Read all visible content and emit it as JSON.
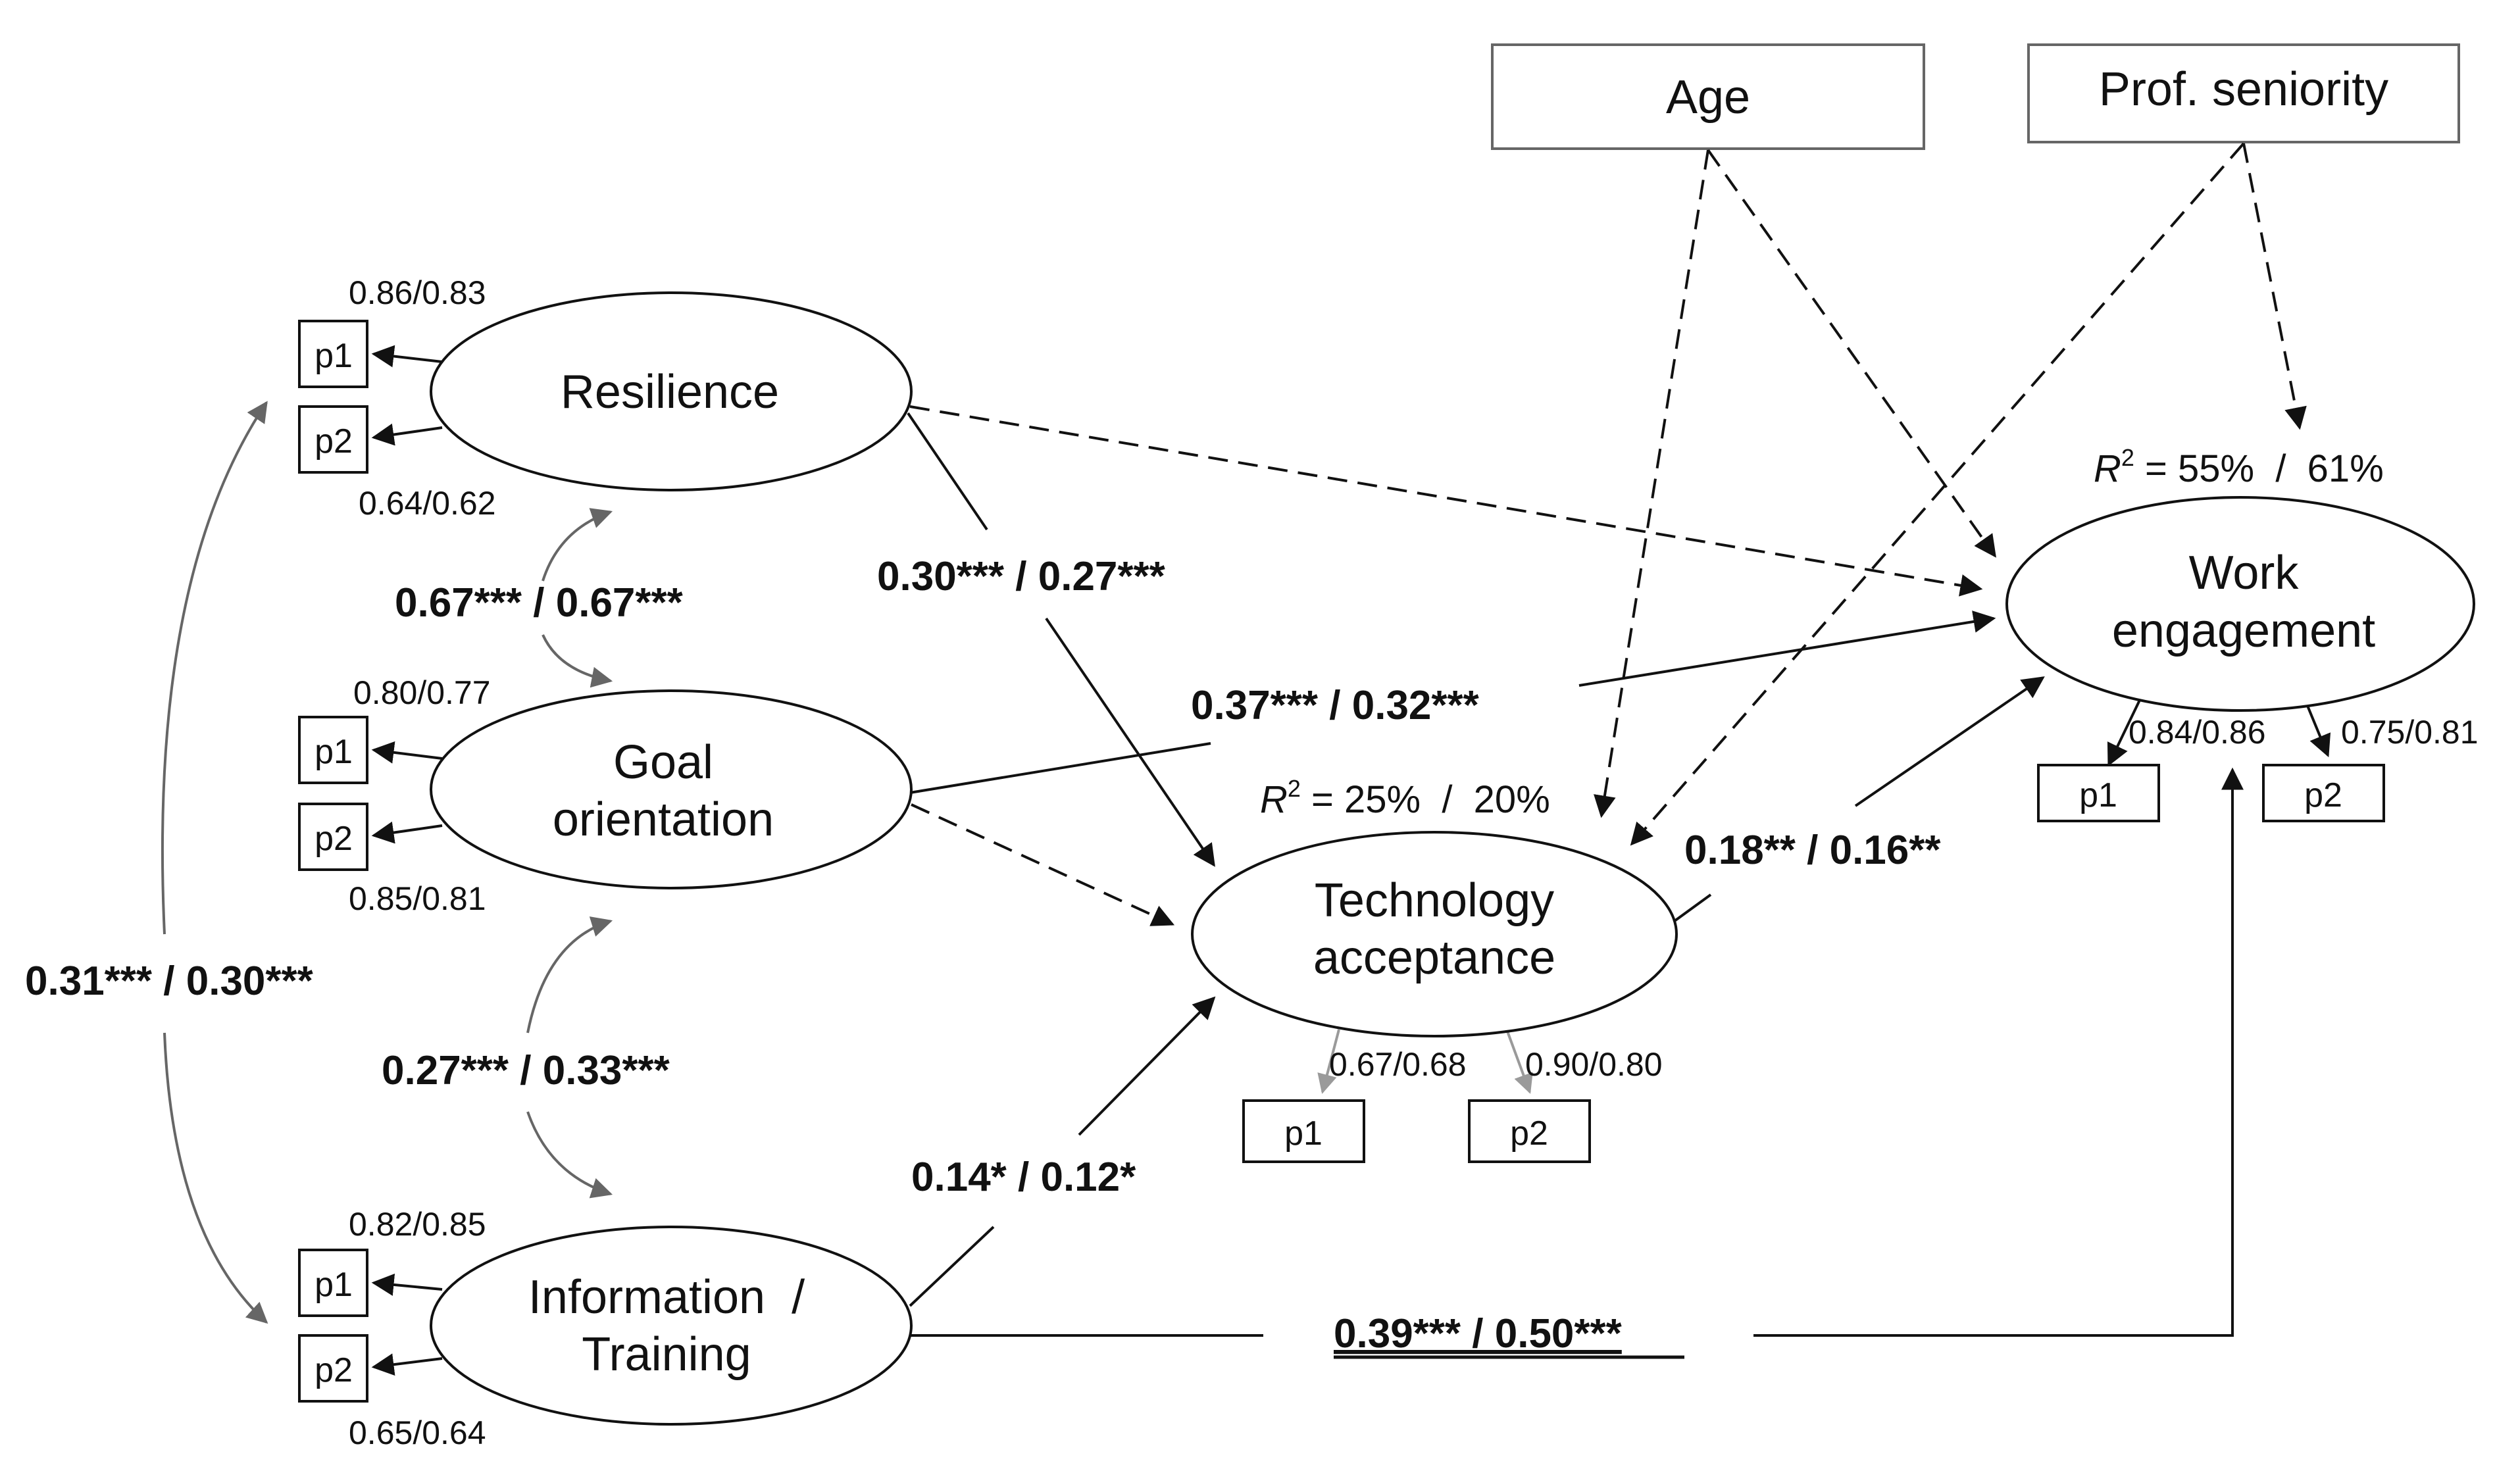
{
  "colors": {
    "line": "#111111",
    "covariance": "#666666",
    "light_loading": "#9a9a9a",
    "background": "#ffffff"
  },
  "controls": {
    "age": "Age",
    "seniority": "Prof. seniority"
  },
  "latents": {
    "resilience": [
      "Resilience"
    ],
    "goal": [
      "Goal",
      "orientation"
    ],
    "info": [
      "Information  /",
      "Training"
    ],
    "tech": [
      "Technology",
      "acceptance"
    ],
    "work": [
      "Work",
      "engagement"
    ]
  },
  "indicators": {
    "p1": "p1",
    "p2": "p2"
  },
  "loadings": {
    "resilience_p1": "0.86/0.83",
    "resilience_p2": "0.64/0.62",
    "goal_p1": "0.80/0.77",
    "goal_p2": "0.85/0.81",
    "info_p1": "0.82/0.85",
    "info_p2": "0.65/0.64",
    "tech_p1": "0.67/0.68",
    "tech_p2": "0.90/0.80",
    "work_p1": "0.84/0.86",
    "work_p2": "0.75/0.81"
  },
  "r_squared": {
    "tech": {
      "symbol": "R",
      "sup": "2",
      "value": " = 25%  /  20%"
    },
    "work": {
      "symbol": "R",
      "sup": "2",
      "value": " = 55%  /  61%"
    }
  },
  "coefficients": {
    "res_goal": "0.67*** / 0.67***",
    "goal_info": "0.27*** / 0.33***",
    "res_info": "0.31*** / 0.30***",
    "res_tech": "0.30*** / 0.27***",
    "goal_work": "0.37*** / 0.32***",
    "tech_work": "0.18** / 0.16**",
    "info_tech": "0.14* / 0.12*",
    "info_work": "0.39*** / 0.50***"
  }
}
